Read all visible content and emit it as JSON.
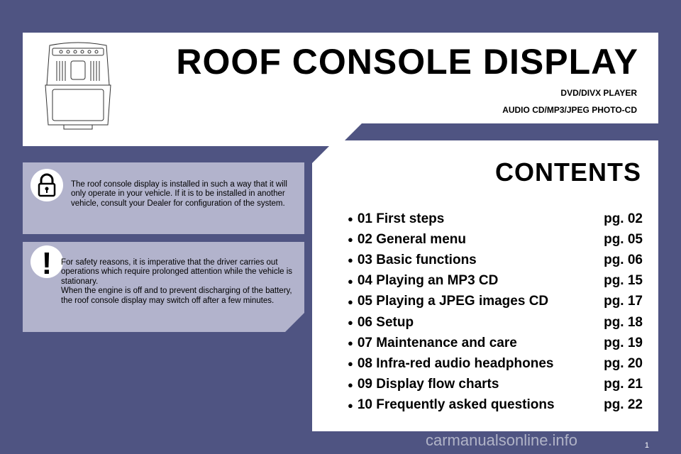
{
  "header": {
    "title": "ROOF CONSOLE DISPLAY",
    "subtitle_line1": "DVD/DIVX PLAYER",
    "subtitle_line2": "AUDIO CD/MP3/JPEG PHOTO-CD"
  },
  "notes": {
    "installation": "The roof console display is installed in such a way that it will only operate in your vehicle. If it is to be installed in another vehicle, consult your Dealer for configuration of the system.",
    "safety_line1": "For safety reasons, it is imperative that the driver carries out operations which require prolonged attention while the vehicle is stationary.",
    "safety_line2": "When the engine is off and to prevent discharging of the battery, the roof console display may switch off after a few minutes.",
    "warning_symbol": "!"
  },
  "contents": {
    "title": "CONTENTS",
    "items": [
      {
        "label": "01 First steps",
        "page": "pg. 02"
      },
      {
        "label": "02 General menu",
        "page": "pg. 05"
      },
      {
        "label": "03 Basic functions",
        "page": "pg. 06"
      },
      {
        "label": "04 Playing an MP3 CD",
        "page": "pg. 15"
      },
      {
        "label": "05 Playing a JPEG images CD",
        "page": "pg. 17"
      },
      {
        "label": "06 Setup",
        "page": "pg. 18"
      },
      {
        "label": "07 Maintenance and care",
        "page": "pg. 19"
      },
      {
        "label": "08 Infra-red audio headphones",
        "page": "pg. 20"
      },
      {
        "label": "09 Display flow charts",
        "page": "pg. 21"
      },
      {
        "label": "10 Frequently asked questions",
        "page": "pg. 22"
      }
    ],
    "bullet": "●"
  },
  "footer": {
    "page_number": "1",
    "watermark": "carmanualsonline.info"
  },
  "icons": {
    "lock": "lock-icon",
    "warning": "exclamation-icon",
    "device": "roof-console-illustration"
  },
  "colors": {
    "background": "#4f5482",
    "panel": "#ffffff",
    "note_panel": "#b2b3cc"
  }
}
